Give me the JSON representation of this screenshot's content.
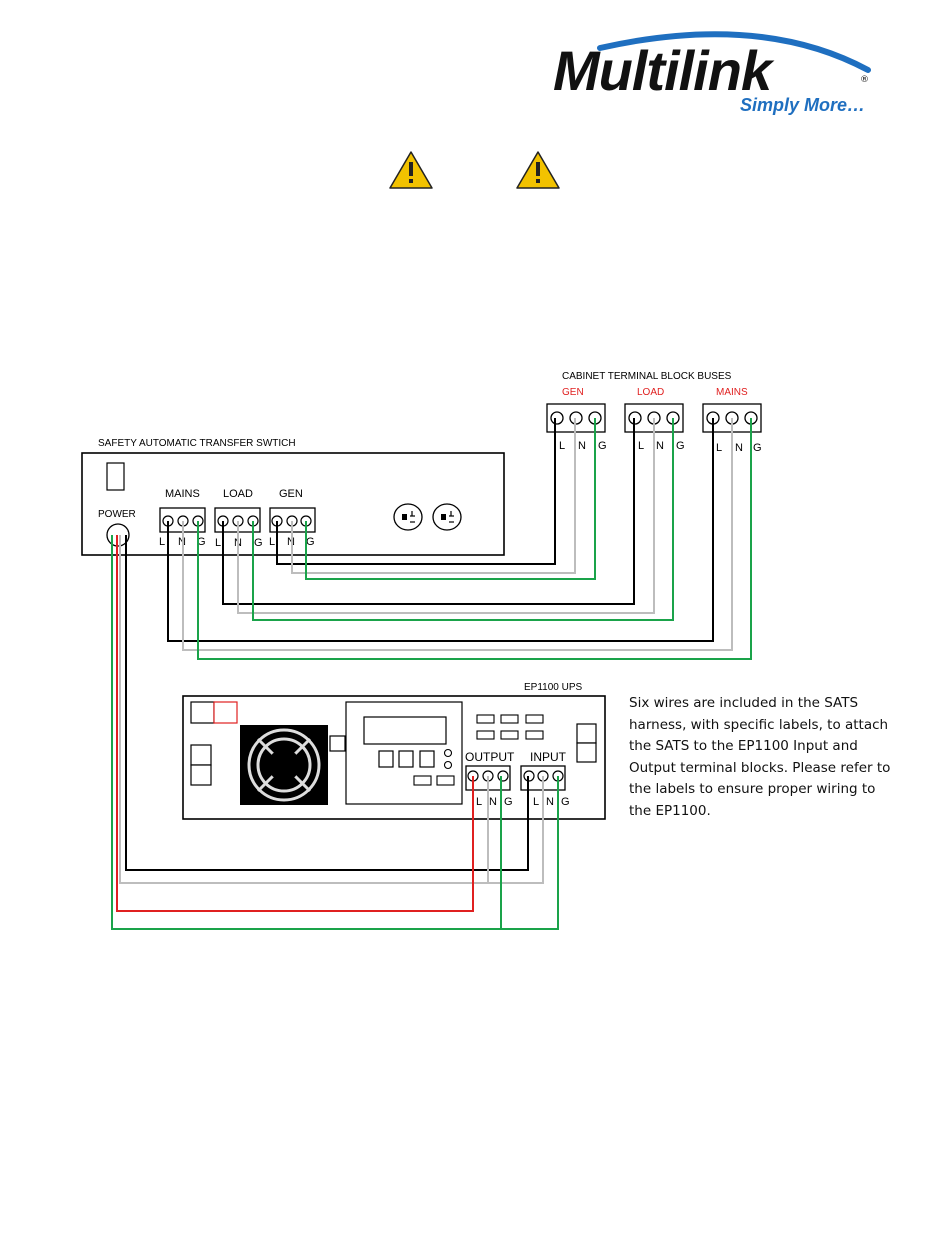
{
  "logo": {
    "brand": "Multilink",
    "tagline": "Simply More…",
    "registered": "®"
  },
  "warning_icons": [
    "warning-triangle-icon",
    "warning-triangle-icon"
  ],
  "sats": {
    "title": "SAFETY AUTOMATIC TRANSFER SWTICH",
    "power_label": "POWER",
    "blocks": [
      "MAINS",
      "LOAD",
      "GEN"
    ],
    "terminal_labels": [
      "L",
      "N",
      "G"
    ]
  },
  "cabinet": {
    "title": "CABINET TERMINAL BLOCK BUSES",
    "blocks": [
      "GEN",
      "LOAD",
      "MAINS"
    ],
    "terminal_labels": [
      "L",
      "N",
      "G"
    ],
    "label_color": "#e02020"
  },
  "ups": {
    "title": "EP1100 UPS",
    "output_label": "OUTPUT",
    "input_label": "INPUT",
    "terminal_labels": [
      "L",
      "N",
      "G"
    ]
  },
  "wire_colors": {
    "line": "#000000",
    "neutral": "#bdbdbd",
    "ground": "#1aa34a",
    "hot_red": "#e02020"
  },
  "note_lines": [
    "Six wires are included in the SATS",
    "harness, with specific labels, to attach",
    "the SATS to the EP1100 Input and",
    "Output terminal blocks. Please refer to",
    "the labels to ensure proper wiring to",
    "the EP1100."
  ]
}
